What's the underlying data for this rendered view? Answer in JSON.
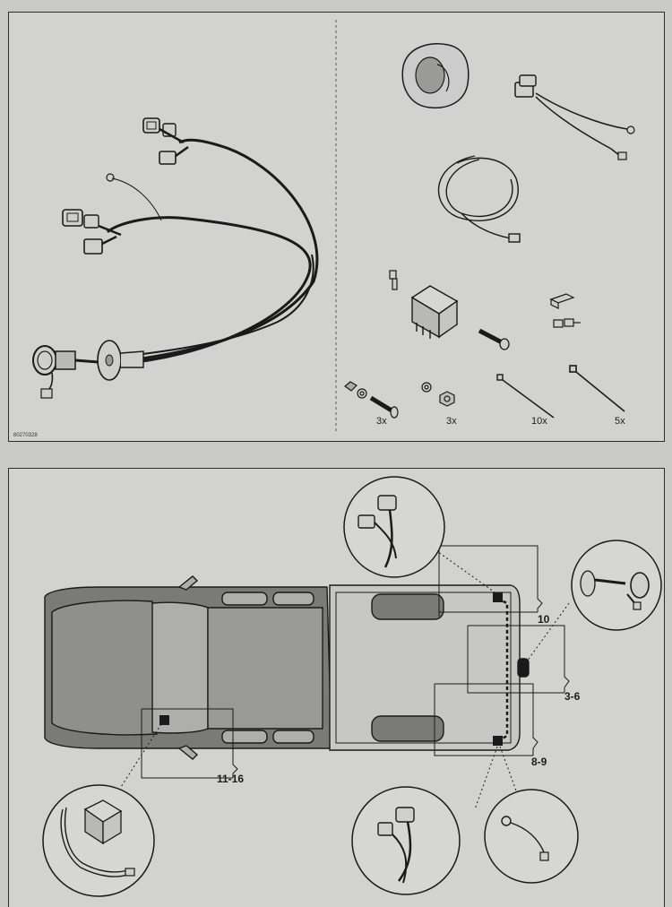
{
  "parts_panel": {
    "doc_code": "80270328",
    "quantities": {
      "bolt": "3x",
      "nut_washer": "3x",
      "cable_tie_small": "10x",
      "cable_tie_large": "5x"
    },
    "icons": [
      "wiring-harness",
      "socket-cover",
      "connector-lead",
      "earth-cable",
      "relay",
      "connector-clip",
      "bolt",
      "nut",
      "cable-tie"
    ]
  },
  "install_panel": {
    "callouts": {
      "rear_left": "10",
      "socket": "3-6",
      "rear_right": "8-9",
      "front": "11-16"
    }
  }
}
